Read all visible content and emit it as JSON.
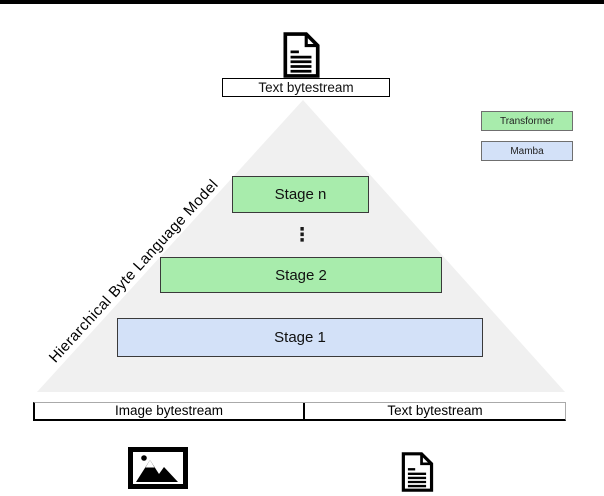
{
  "top": {
    "source_label": "Text bytestream",
    "icon": "document-icon"
  },
  "pyramid": {
    "side_label": "Hierarchical Byte Language Model",
    "ellipsis": "⋮",
    "stages": [
      {
        "label": "Stage n",
        "type": "Transformer"
      },
      {
        "label": "Stage 2",
        "type": "Transformer"
      },
      {
        "label": "Stage 1",
        "type": "Mamba"
      }
    ]
  },
  "legend": {
    "items": [
      {
        "label": "Transformer",
        "color": "#a8ecac"
      },
      {
        "label": "Mamba",
        "color": "#d3e1f8"
      }
    ]
  },
  "bottom": {
    "inputs": [
      {
        "label": "Image bytestream",
        "icon": "image-icon"
      },
      {
        "label": "Text bytestream",
        "icon": "document-icon"
      }
    ]
  },
  "colors": {
    "transformer": "#a8ecac",
    "mamba": "#d3e1f8",
    "pyramid": "#f0f0f0"
  }
}
